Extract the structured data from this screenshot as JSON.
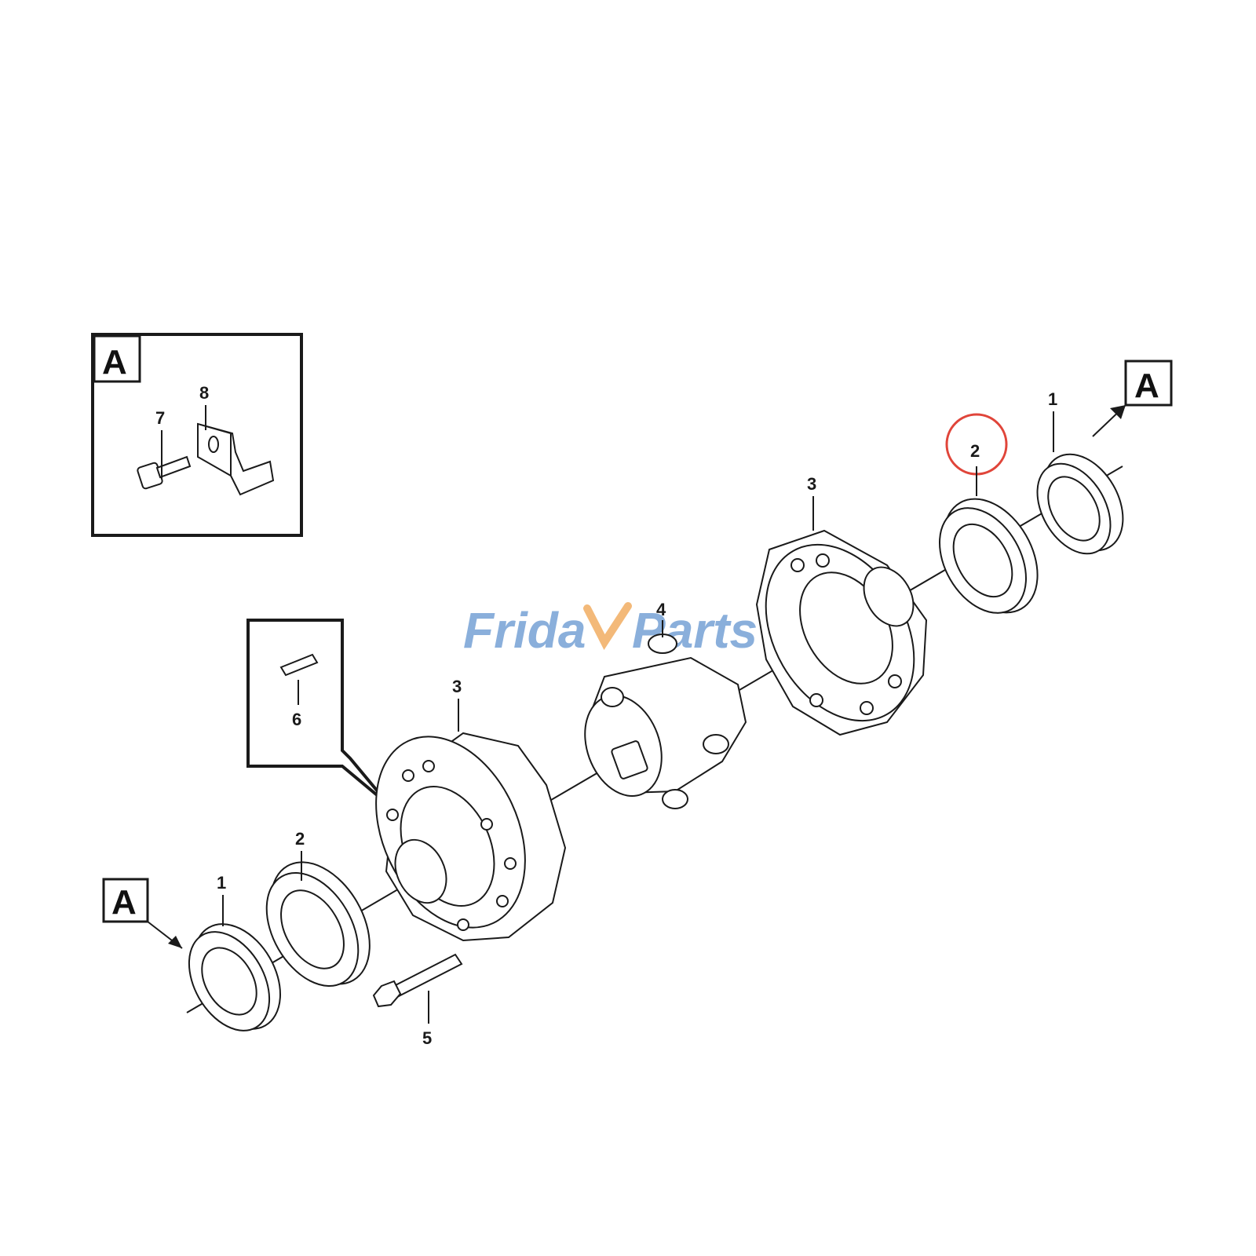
{
  "watermark": {
    "text_left": "Frida",
    "text_right": "Parts",
    "color": "#7ea7d8",
    "accent_color": "#f2b26b"
  },
  "highlight_color": "#e0453a",
  "view_tags": {
    "inset_label": "A",
    "right_label": "A",
    "left_label": "A"
  },
  "callouts": {
    "inset_bolt": "7",
    "inset_bracket": "8",
    "right_seal_ring": "1",
    "right_bearing": "2",
    "right_housing": "3",
    "center_spider": "4",
    "pin_detail": "6",
    "left_housing": "3",
    "left_bearing": "2",
    "left_seal_ring": "1",
    "bolt": "5"
  }
}
